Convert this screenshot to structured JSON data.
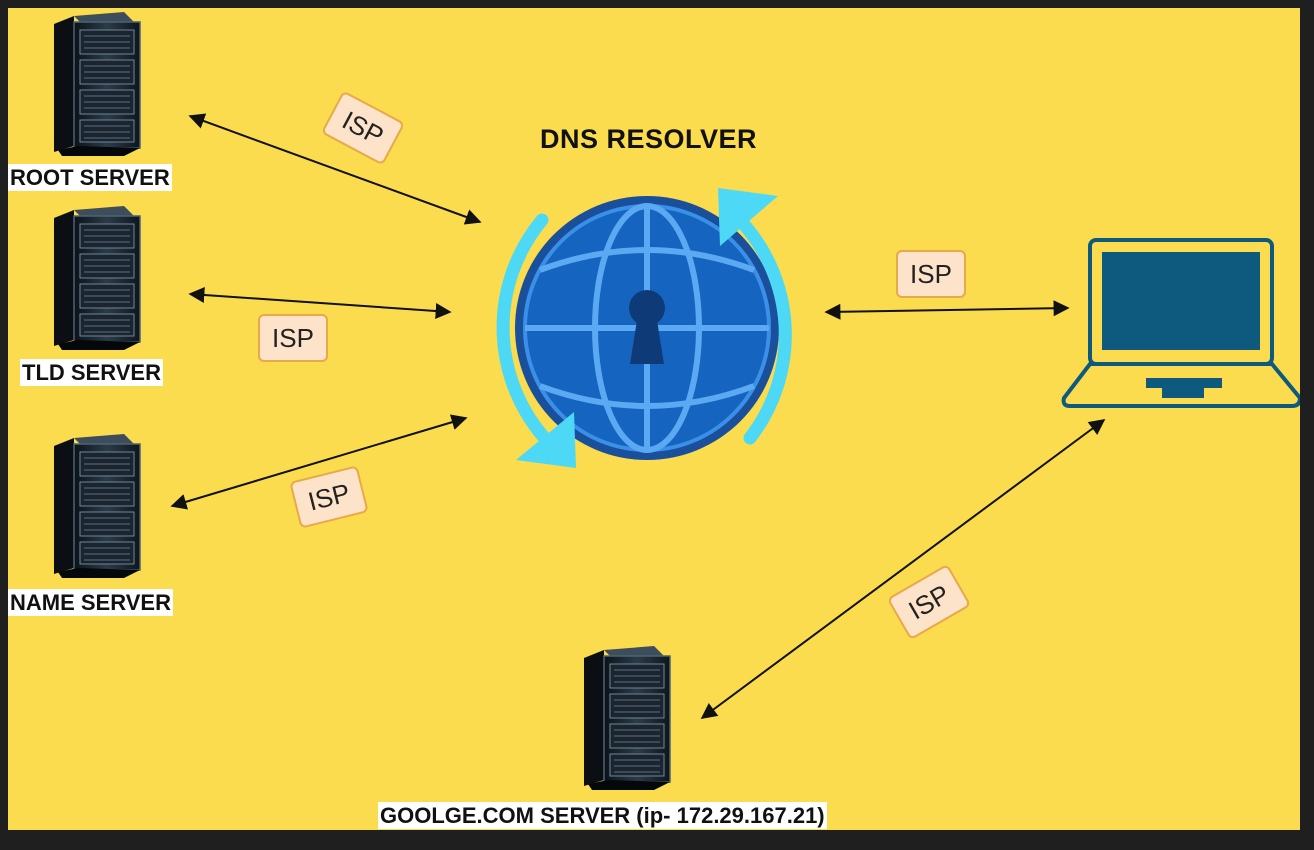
{
  "diagram": {
    "title": "DNS RESOLVER",
    "servers": {
      "root": "ROOT SERVER",
      "tld": "TLD SERVER",
      "name": "NAME SERVER",
      "google": "GOOLGE.COM SERVER (ip- 172.29.167.21)"
    },
    "isp_tags": [
      "ISP",
      "ISP",
      "ISP",
      "ISP",
      "ISP"
    ],
    "icons": {
      "server": "server-rack-icon",
      "resolver": "globe-lock-icon",
      "client": "laptop-icon"
    },
    "colors": {
      "background": "#fadc4e",
      "frame": "#1f1f1f",
      "globe": "#1565c0",
      "refresh_arrows": "#4dd9f5",
      "laptop": "#0e5a7e",
      "isp_fill": "#fde3c9",
      "isp_border": "#e9a84a"
    }
  }
}
